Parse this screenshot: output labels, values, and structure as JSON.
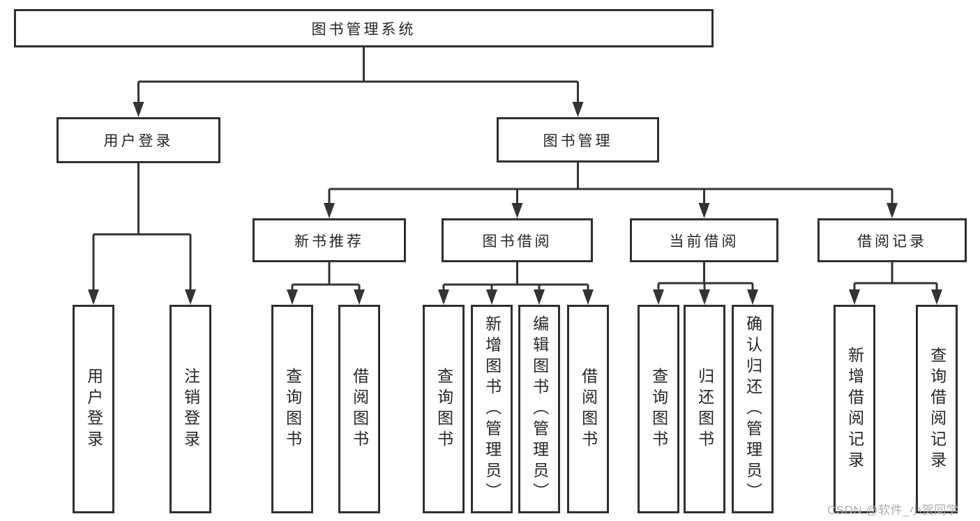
{
  "tree": {
    "root": "图书管理系统",
    "branches": [
      {
        "label": "用户登录",
        "leaves": [
          "用户登录",
          "注销登录"
        ]
      },
      {
        "label": "图书管理",
        "groups": [
          {
            "label": "新书推荐",
            "leaves": [
              "查询图书",
              "借阅图书"
            ]
          },
          {
            "label": "图书借阅",
            "leaves": [
              "查询图书",
              "新增图书（管理员）",
              "编辑图书（管理员）",
              "借阅图书"
            ]
          },
          {
            "label": "当前借阅",
            "leaves": [
              "查询图书",
              "归还图书",
              "确认归还（管理员）"
            ]
          },
          {
            "label": "借阅记录",
            "leaves": [
              "新增借阅记录",
              "查询借阅记录"
            ]
          }
        ]
      }
    ]
  },
  "watermark": "CSDN @软件_小贺同学",
  "colors": {
    "line": "#333333",
    "box_border": "#2f2f2f",
    "text": "#262626",
    "watermark": "#adadad",
    "background": "#ffffff"
  }
}
